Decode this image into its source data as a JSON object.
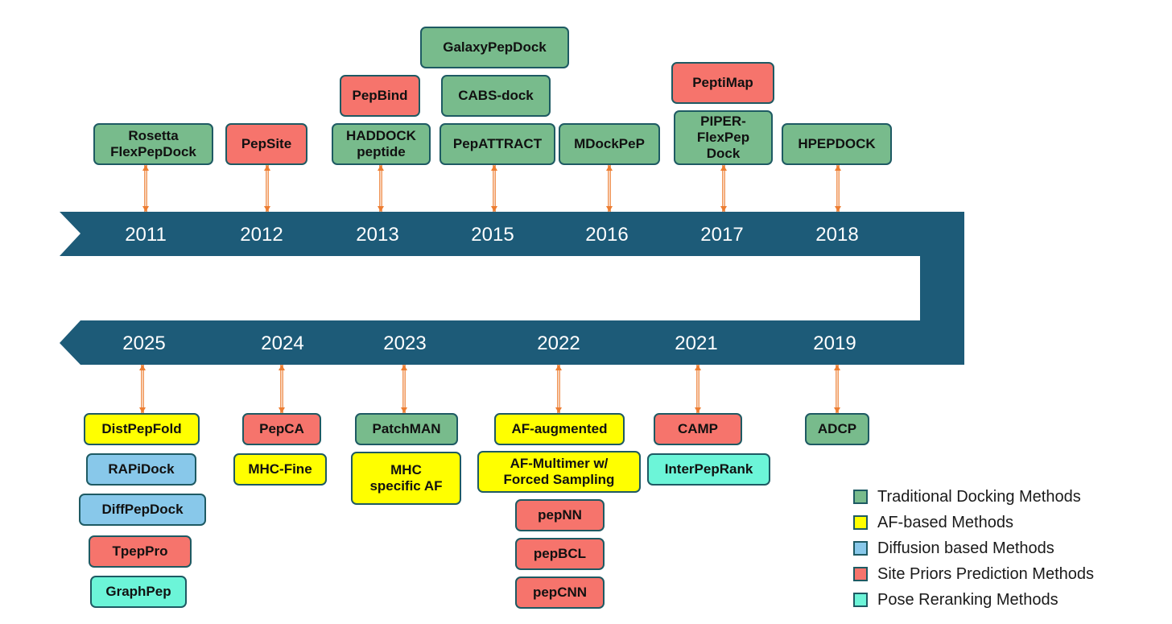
{
  "colors": {
    "band": "#1d5b78",
    "connector": "#ed7d31",
    "box_border": "#1e5a63",
    "traditional": "#78bb8c",
    "af": "#ffff00",
    "diffusion": "#88c8ea",
    "site": "#f6746c",
    "pose": "#6cf5d8"
  },
  "years_top": [
    "2011",
    "2012",
    "2013",
    "2015",
    "2016",
    "2017",
    "2018"
  ],
  "years_bottom": [
    "2025",
    "2024",
    "2023",
    "2022",
    "2021",
    "2019"
  ],
  "methods_top": [
    {
      "label": "Rosetta\nFlexPepDock",
      "category": "traditional"
    },
    {
      "label": "PepSite",
      "category": "site"
    },
    {
      "label": "PepBind",
      "category": "site"
    },
    {
      "label": "HADDOCK\npeptide",
      "category": "traditional"
    },
    {
      "label": "GalaxyPepDock",
      "category": "traditional"
    },
    {
      "label": "CABS-dock",
      "category": "traditional"
    },
    {
      "label": "PepATTRACT",
      "category": "traditional"
    },
    {
      "label": "MDockPeP",
      "category": "traditional"
    },
    {
      "label": "PeptiMap",
      "category": "site"
    },
    {
      "label": "PIPER-\nFlexPep\nDock",
      "category": "traditional"
    },
    {
      "label": "HPEPDOCK",
      "category": "traditional"
    }
  ],
  "methods_bottom": [
    {
      "label": "DistPepFold",
      "category": "af"
    },
    {
      "label": "RAPiDock",
      "category": "diffusion"
    },
    {
      "label": "DiffPepDock",
      "category": "diffusion"
    },
    {
      "label": "TpepPro",
      "category": "site"
    },
    {
      "label": "GraphPep",
      "category": "pose"
    },
    {
      "label": "PepCA",
      "category": "site"
    },
    {
      "label": "MHC-Fine",
      "category": "af"
    },
    {
      "label": "PatchMAN",
      "category": "traditional"
    },
    {
      "label": "MHC\nspecific AF",
      "category": "af"
    },
    {
      "label": "AF-augmented",
      "category": "af"
    },
    {
      "label": "AF-Multimer w/\nForced Sampling",
      "category": "af"
    },
    {
      "label": "pepNN",
      "category": "site"
    },
    {
      "label": "pepBCL",
      "category": "site"
    },
    {
      "label": "pepCNN",
      "category": "site"
    },
    {
      "label": "CAMP",
      "category": "site"
    },
    {
      "label": "InterPepRank",
      "category": "pose"
    },
    {
      "label": "ADCP",
      "category": "traditional"
    }
  ],
  "legend": [
    {
      "label": "Traditional Docking Methods",
      "category": "traditional"
    },
    {
      "label": "AF-based Methods",
      "category": "af"
    },
    {
      "label": "Diffusion based Methods",
      "category": "diffusion"
    },
    {
      "label": "Site Priors Prediction Methods",
      "category": "site"
    },
    {
      "label": "Pose Reranking Methods",
      "category": "pose"
    }
  ]
}
